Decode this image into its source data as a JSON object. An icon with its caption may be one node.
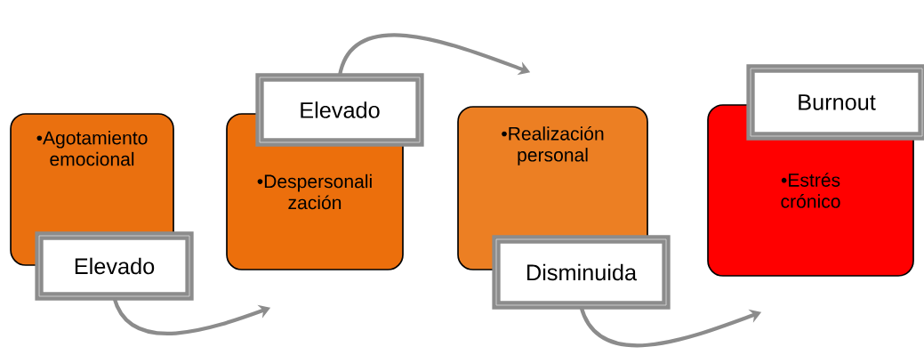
{
  "diagram": {
    "nodes": [
      {
        "text": [
          "•Agotamiento emocional"
        ]
      },
      {
        "text": [
          "•Despersonali zación"
        ]
      },
      {
        "text": [
          "•Realización personal"
        ]
      },
      {
        "text": [
          "•Estrés crónico"
        ]
      },
      {
        "text": [
          "Elevado"
        ]
      },
      {
        "text": [
          "Elevado"
        ]
      },
      {
        "text": [
          "Disminuida"
        ]
      },
      {
        "text": [
          "Burnout"
        ]
      }
    ],
    "edges": [
      {
        "from": 4,
        "to": 1,
        "arrow": "to"
      },
      {
        "from": 5,
        "to": 2,
        "arrow": "to"
      },
      {
        "from": 6,
        "to": 3,
        "arrow": "to"
      }
    ]
  }
}
